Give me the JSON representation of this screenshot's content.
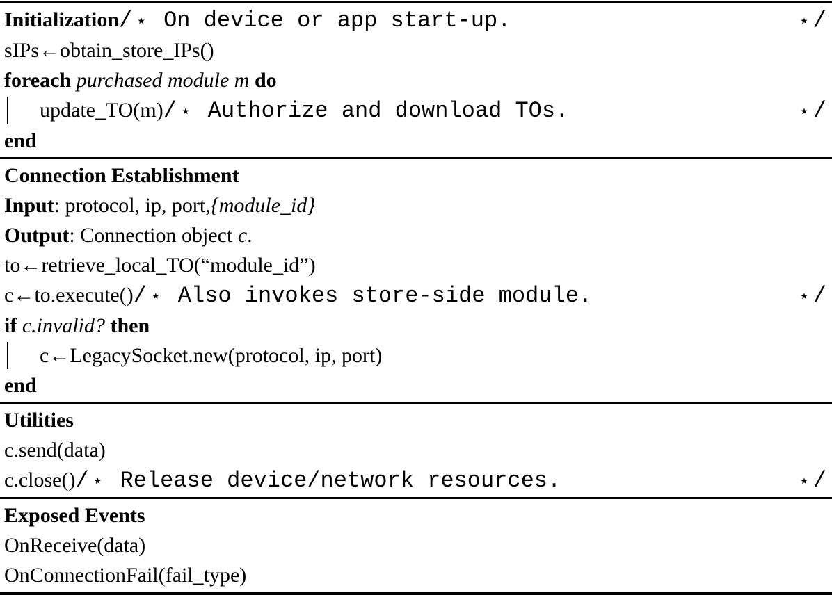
{
  "colors": {
    "text": "#000000",
    "background": "#ffffff",
    "rule": "#000000"
  },
  "comment_delims": {
    "slash": "/",
    "star": "⋆"
  },
  "sections": {
    "initialization": {
      "keyword": "Initialization",
      "comment": " On device or app start-up.",
      "assign_line": "sIPs←obtain_store_IPs()",
      "foreach_kw": "foreach ",
      "foreach_cond": "purchased module m ",
      "do_kw": "do",
      "loop_body_code": "update_TO(m)",
      "loop_body_comment": " Authorize and download TOs.",
      "end_kw": "end"
    },
    "connection": {
      "title": "Connection Establishment",
      "input_label": "Input",
      "input_rest": ": protocol, ip, port,",
      "input_set": "{module_id}",
      "output_label": "Output",
      "output_rest": ": Connection object ",
      "output_var": "c",
      "output_period": ".",
      "retrieve_line": "to←retrieve_local_TO(“module_id”)",
      "execute_code": "c←to.execute()",
      "execute_comment": " Also invokes store-side module.",
      "if_kw": "if ",
      "if_cond": "c.invalid? ",
      "then_kw": "then",
      "if_body": "c←LegacySocket.new(protocol, ip, port)",
      "end_kw": "end"
    },
    "utilities": {
      "title": "Utilities",
      "send_line": "c.send(data)",
      "close_code": "c.close()",
      "close_comment": " Release device/network resources."
    },
    "events": {
      "title": "Exposed Events",
      "receive_line": "OnReceive(data)",
      "fail_line": "OnConnectionFail(fail_type)"
    }
  }
}
